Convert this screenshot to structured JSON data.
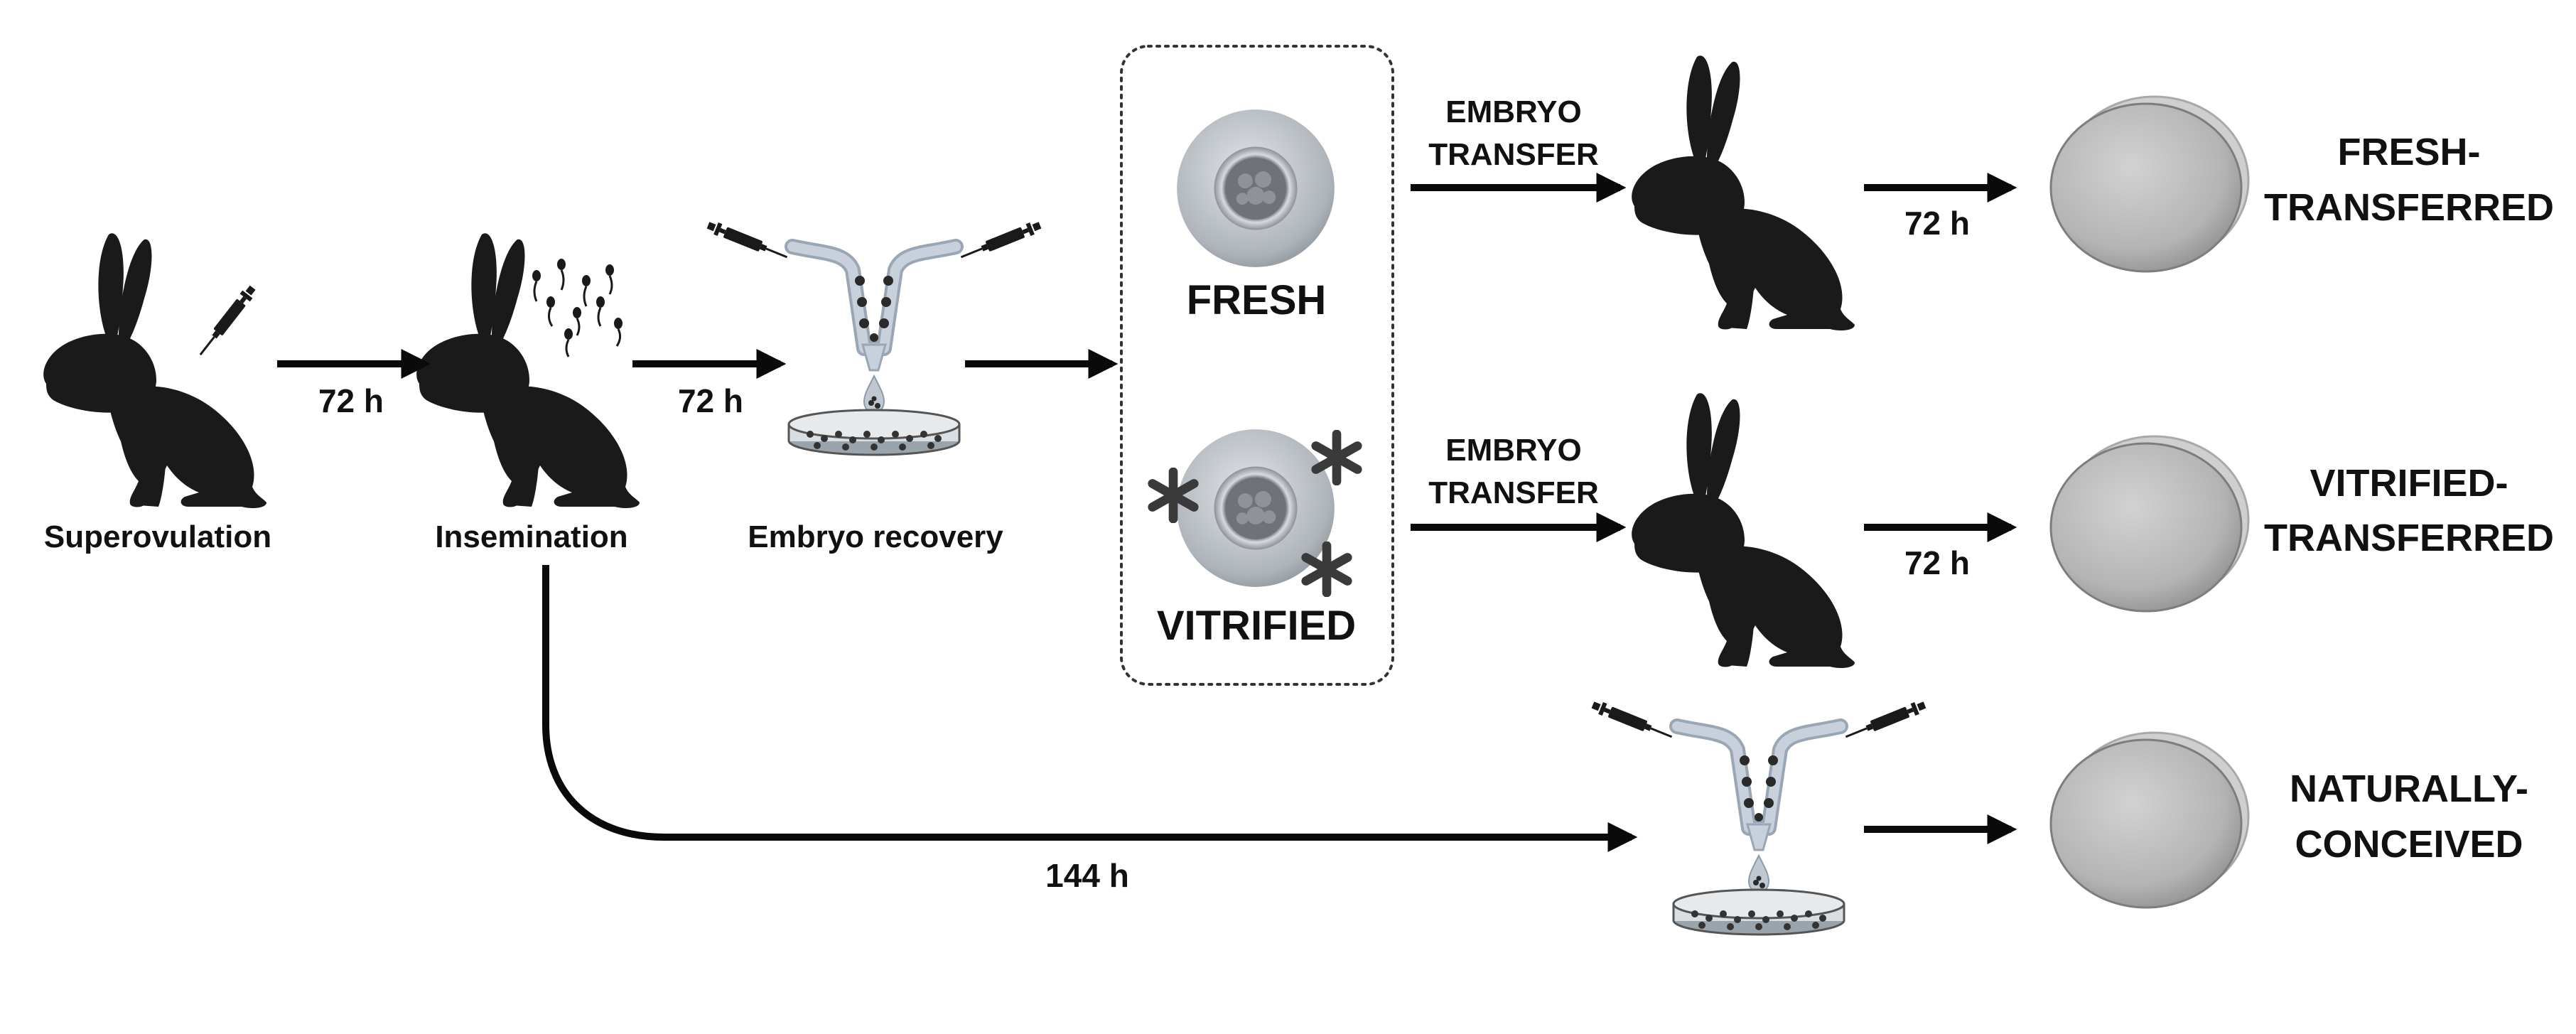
{
  "steps": {
    "superovulation": "Superovulation",
    "insemination": "Insemination",
    "embryo_recovery": "Embryo recovery"
  },
  "intervals": {
    "first": "72 h",
    "second": "72 h",
    "fresh_to_blastocyst": "72 h",
    "vitrified_to_blastocyst": "72 h",
    "natural": "144 h"
  },
  "embryo_groups": {
    "fresh": "FRESH",
    "vitrified": "VITRIFIED"
  },
  "transfer": {
    "line1": "EMBRYO",
    "line2": "TRANSFER"
  },
  "outcomes": {
    "fresh_line1": "FRESH-",
    "fresh_line2": "TRANSFERRED",
    "vitrified_line1": "VITRIFIED-",
    "vitrified_line2": "TRANSFERRED",
    "natural_line1": "NATURALLY-",
    "natural_line2": "CONCEIVED"
  },
  "colors": {
    "silhouette": "#1a1a1a",
    "arrow": "#0a0a0a",
    "tube": "#b8c4d2",
    "embryo_disc": "#c9cdd2",
    "blastocyst": "#bdbdbd"
  }
}
